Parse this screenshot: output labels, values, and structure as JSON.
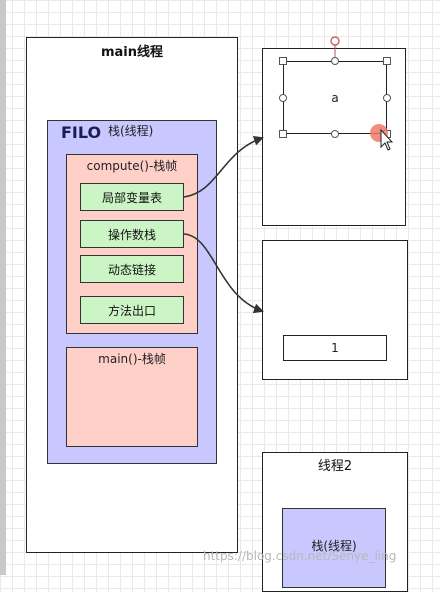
{
  "main_thread": {
    "title": "main线程",
    "stack_label": "FILO",
    "stack_title": "栈(线程)",
    "compute_frame": {
      "title": "compute()-栈帧",
      "cells": [
        "局部变量表",
        "操作数栈",
        "动态链接",
        "方法出口"
      ]
    },
    "main_frame": {
      "title": "main()-栈帧"
    }
  },
  "local_var_box": {
    "selected_label": "a"
  },
  "operand_box": {
    "value": "1"
  },
  "thread2": {
    "title": "线程2",
    "stack_title": "栈(线程)"
  },
  "watermark": "https://blog.csdn.net/Senye_ling"
}
